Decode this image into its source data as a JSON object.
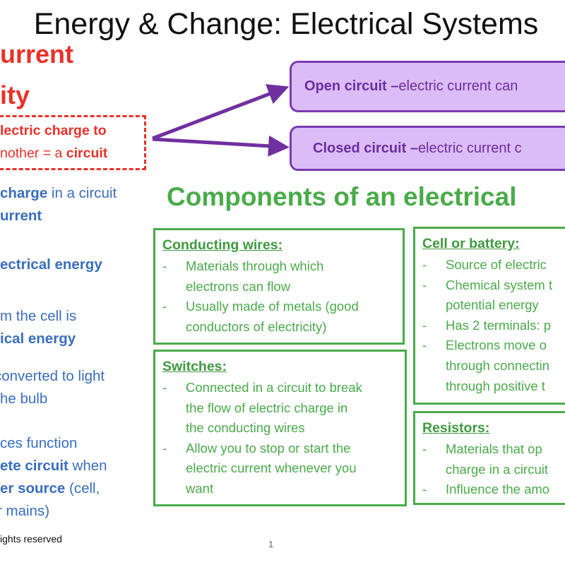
{
  "title": "Energy & Change: Electrical Systems",
  "left_heading": [
    "urrent",
    "ity"
  ],
  "definition": {
    "line1": "lectric charge to",
    "line2_a": "nother = a ",
    "line2_b": "circuit"
  },
  "circuits": [
    {
      "term": "Open circuit –",
      "text": " electric current can"
    },
    {
      "term": "Closed circuit –",
      "text": " electric current c"
    }
  ],
  "notes": [
    {
      "b": "charge",
      "t": " in a circuit"
    },
    {
      "b": "urrent",
      "t": ""
    },
    {
      "b": "ectrical energy",
      "t": ""
    },
    {
      "b": "",
      "t": "m the cell is"
    },
    {
      "b": "ical energy",
      "t": ""
    },
    {
      "b": "",
      "t": "converted to light"
    },
    {
      "b": "",
      "t": "he bulb"
    },
    {
      "b": "",
      "t": "ces function"
    },
    {
      "b": "ete circuit",
      "t": " when"
    },
    {
      "b": "er source",
      "t": " (cell,"
    },
    {
      "b": "",
      "t": "r mains)"
    }
  ],
  "components_heading": "Components of an electrical",
  "boxes": [
    {
      "title": "Conducting wires:",
      "bullets": [
        [
          "Materials through which",
          "electrons can flow"
        ],
        [
          "Usually made of metals (good",
          "conductors of electricity)"
        ]
      ]
    },
    {
      "title": "Switches:",
      "bullets": [
        [
          "Connected in a circuit to break",
          "the flow of electric charge in",
          "the conducting wires"
        ],
        [
          "Allow you to stop or start the",
          "electric current whenever you",
          "want"
        ]
      ]
    },
    {
      "title": "Cell or battery:",
      "bullets": [
        [
          "Source of electric"
        ],
        [
          "Chemical system t",
          "potential energy"
        ],
        [
          "Has 2 terminals: p"
        ],
        [
          "Electrons move o",
          "through connectin",
          "through positive t"
        ]
      ]
    },
    {
      "title": "Resistors:",
      "bullets": [
        [
          "Materials that op",
          "charge in a circuit"
        ],
        [
          "Influence the amo"
        ]
      ]
    }
  ],
  "footer": "ights reserved",
  "page_number": "1",
  "colors": {
    "red": "#e8322a",
    "blue": "#3a6ebf",
    "green": "#4aab4a",
    "purple": "#7a3bb0",
    "purple_fill": "#dcbcf7"
  }
}
